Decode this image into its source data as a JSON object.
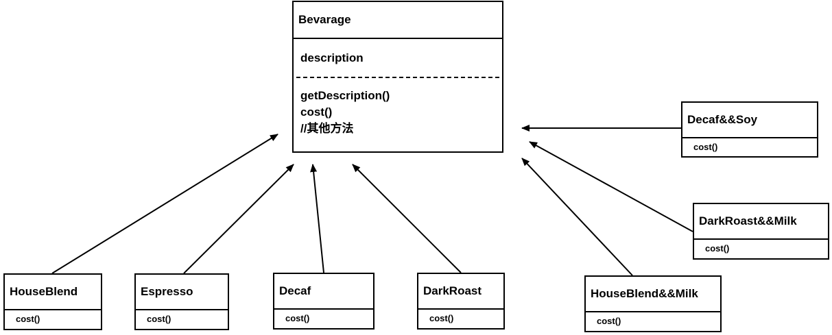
{
  "base_class": {
    "name": "Bevarage",
    "attribute": "description",
    "methods": [
      "getDescription()",
      "cost()",
      "//其他方法"
    ]
  },
  "subclasses": [
    {
      "id": "houseblend",
      "name": "HouseBlend",
      "method": "cost()"
    },
    {
      "id": "espresso",
      "name": "Espresso",
      "method": "cost()"
    },
    {
      "id": "decaf",
      "name": "Decaf",
      "method": "cost()"
    },
    {
      "id": "darkroast",
      "name": "DarkRoast",
      "method": "cost()"
    },
    {
      "id": "hbmilk",
      "name": "HouseBlend&&Milk",
      "method": "cost()"
    },
    {
      "id": "decafsoy",
      "name": "Decaf&&Soy",
      "method": "cost()"
    },
    {
      "id": "drmilk",
      "name": "DarkRoast&&Milk",
      "method": "cost()"
    }
  ],
  "relationships": [
    {
      "from": "HouseBlend",
      "to": "Bevarage",
      "type": "inheritance"
    },
    {
      "from": "Espresso",
      "to": "Bevarage",
      "type": "inheritance"
    },
    {
      "from": "Decaf",
      "to": "Bevarage",
      "type": "inheritance"
    },
    {
      "from": "DarkRoast",
      "to": "Bevarage",
      "type": "inheritance"
    },
    {
      "from": "HouseBlend&&Milk",
      "to": "Bevarage",
      "type": "inheritance"
    },
    {
      "from": "DarkRoast&&Milk",
      "to": "Bevarage",
      "type": "inheritance"
    },
    {
      "from": "Decaf&&Soy",
      "to": "Bevarage",
      "type": "inheritance"
    }
  ]
}
